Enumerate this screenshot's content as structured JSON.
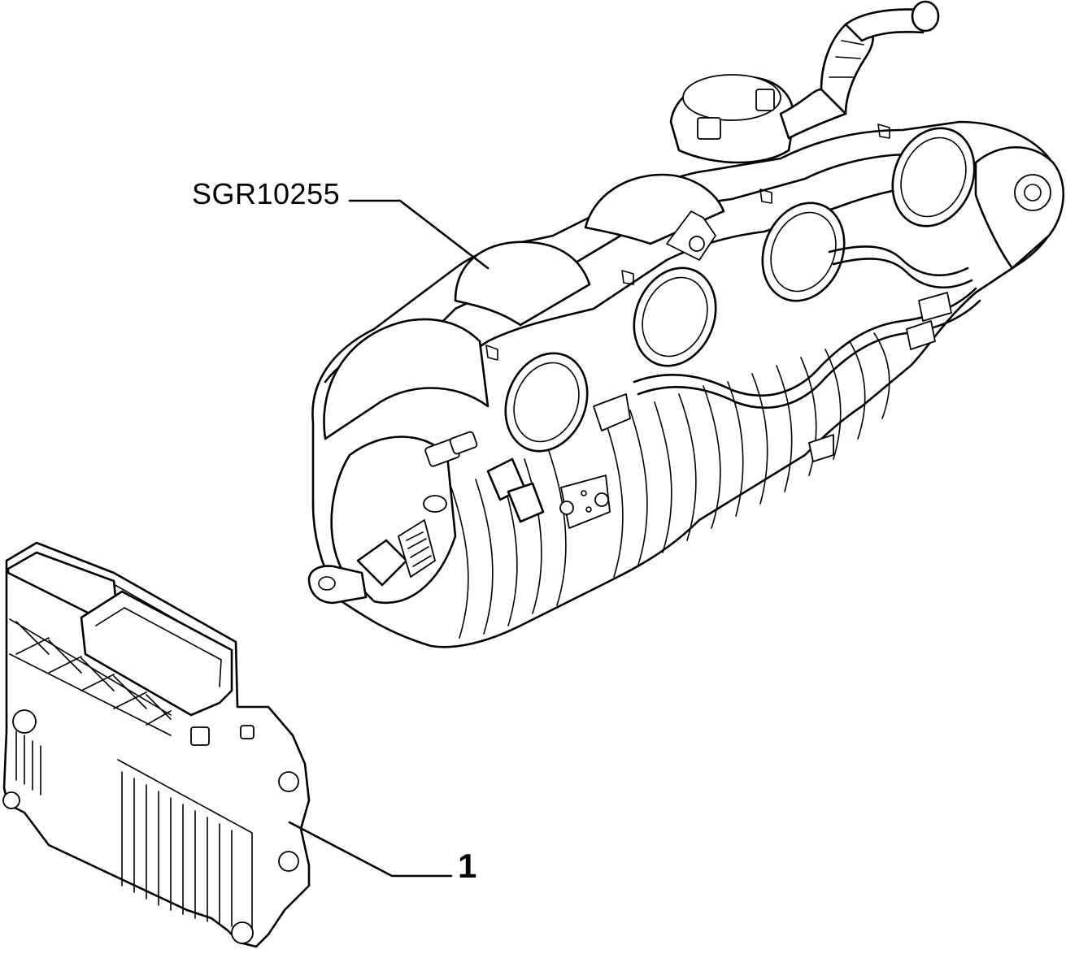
{
  "diagram": {
    "callouts": [
      {
        "id": "sgr",
        "label": "SGR10255",
        "target": "intake-manifold"
      },
      {
        "id": "item1",
        "label": "1",
        "target": "engine-control-unit"
      }
    ]
  }
}
